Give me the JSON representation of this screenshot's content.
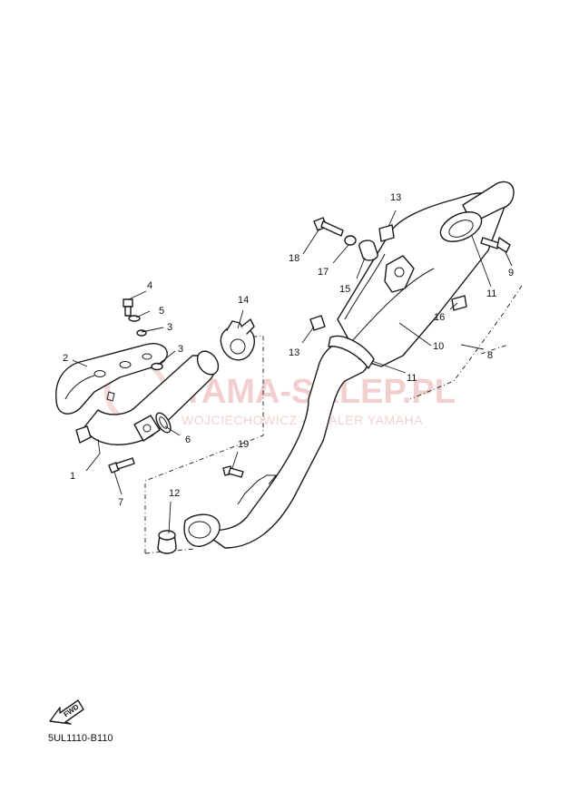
{
  "diagram": {
    "code": "5UL1110-B110",
    "fwd_label": "FWD",
    "watermark": {
      "title": "YAMA-SKLEP.PL",
      "subtitle": "WOJCIECHOWICZ - DEALER YAMAHA"
    },
    "callouts": [
      "1",
      "2",
      "3",
      "3",
      "4",
      "5",
      "6",
      "7",
      "8",
      "9",
      "10",
      "11",
      "11",
      "12",
      "13",
      "13",
      "14",
      "15",
      "16",
      "17",
      "18",
      "19"
    ]
  }
}
